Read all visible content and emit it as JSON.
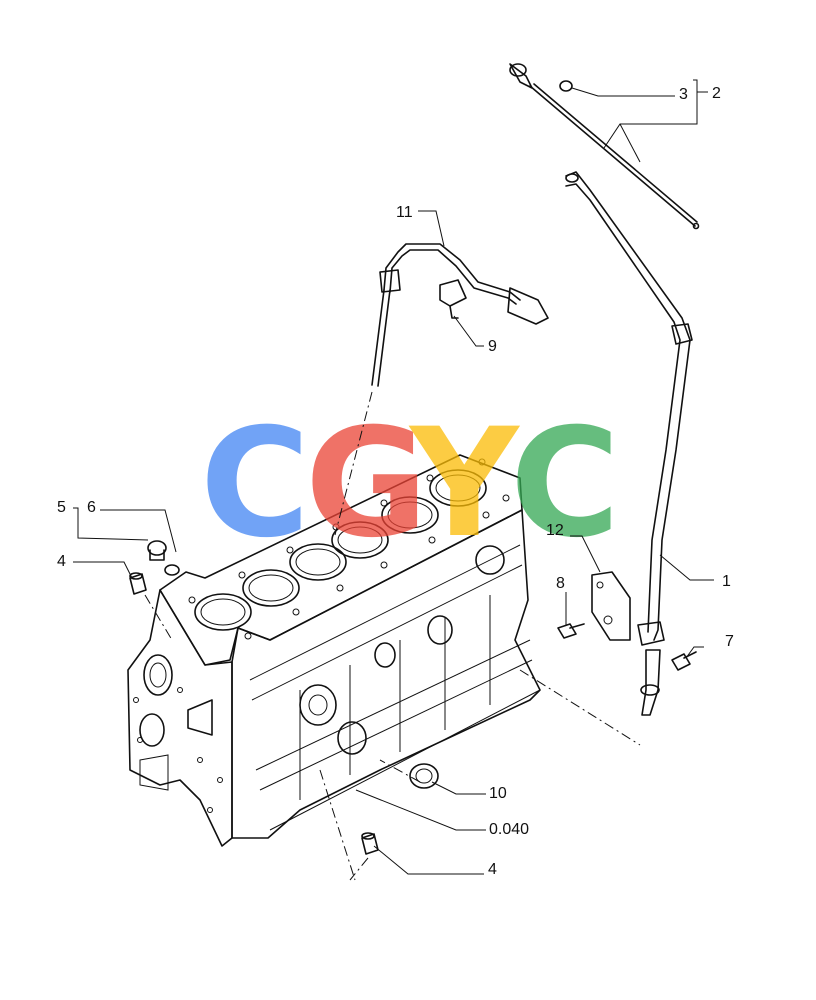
{
  "diagram": {
    "callouts": {
      "c1": "1",
      "c2": "2",
      "c3": "3",
      "c4a": "4",
      "c4b": "4",
      "c5": "5",
      "c6": "6",
      "c7": "7",
      "c8": "8",
      "c9": "9",
      "c10": "10",
      "c11": "11",
      "c12": "12",
      "c0040": "0.040"
    },
    "watermark": {
      "letters": [
        "C",
        "G",
        "Y",
        "C"
      ],
      "colors": [
        "#4285F4",
        "#EA4335",
        "#FBBC05",
        "#34A853"
      ]
    }
  }
}
